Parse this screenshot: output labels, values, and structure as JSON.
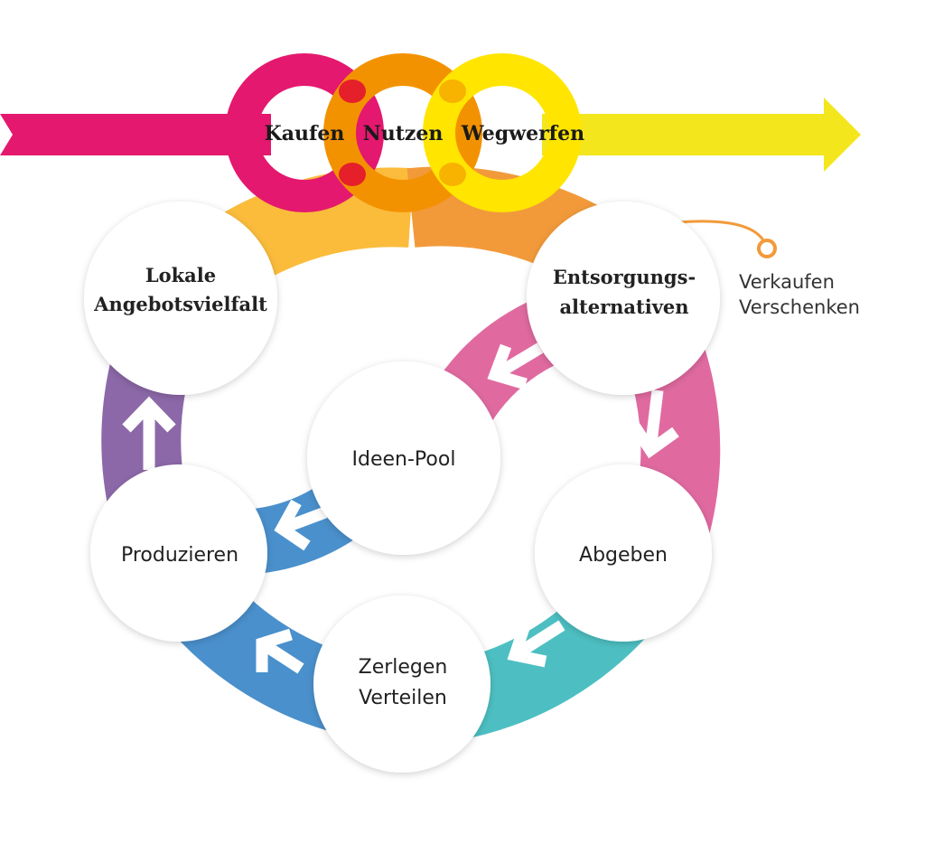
{
  "linear_economy": {
    "steps": [
      "Kaufen",
      "Nutzen",
      "Wegwerfen"
    ]
  },
  "cycle": {
    "node_local_line1": "Lokale",
    "node_local_line2": "Angebotsvielfalt",
    "node_disposal_line1": "Entsorgungs-",
    "node_disposal_line2": "alternativen",
    "node_pool": "Ideen-Pool",
    "node_produce": "Produzieren",
    "node_give": "Abgeben",
    "node_split_line1": "Zerlegen",
    "node_split_line2": "Verteilen"
  },
  "side_options": {
    "line1": "Verkaufen",
    "line2": "Verschenken"
  },
  "colors": {
    "magenta": "#e4186f",
    "orange": "#f39200",
    "yellow": "#ffe500",
    "light_orange": "#fbbc3c",
    "ring_orange": "#f29a3a",
    "pink": "#e06aa0",
    "teal": "#4dbfc2",
    "blue": "#4a90cc",
    "purple": "#8c68a8",
    "red_overlap": "#e5202a"
  }
}
